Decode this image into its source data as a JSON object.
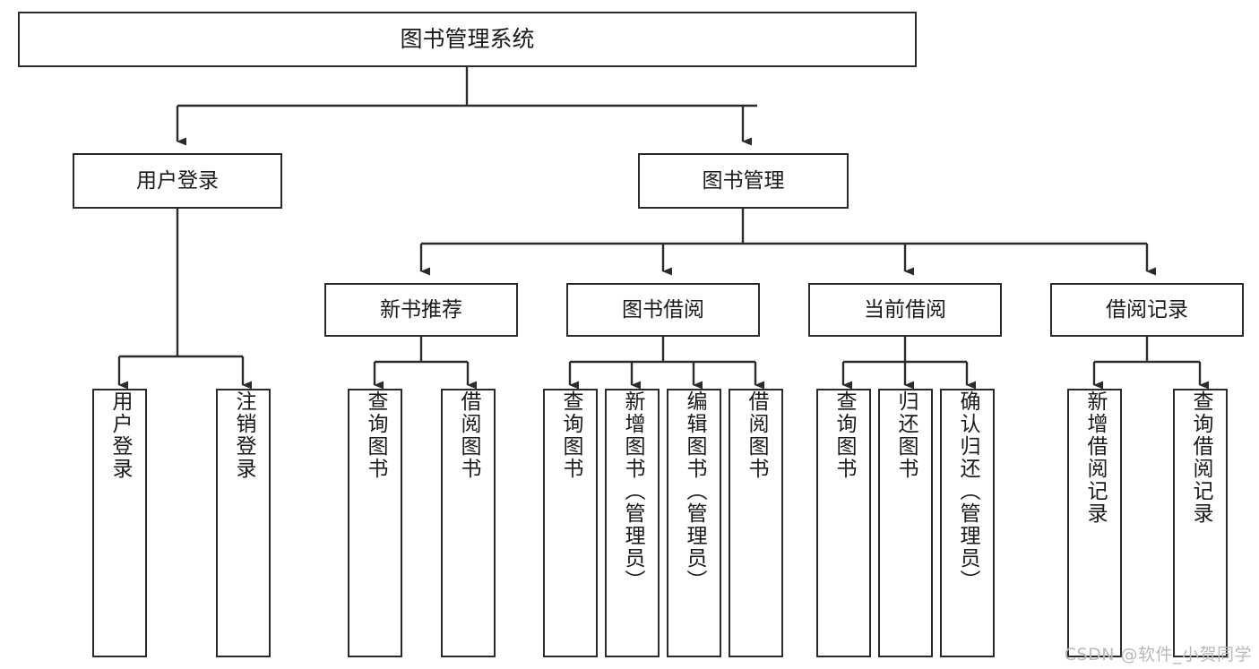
{
  "diagram": {
    "title": "图书管理系统",
    "watermark": "CSDN @软件_小贺同学",
    "line_color": "#2b2b2b",
    "box_fill": "#ffffff",
    "text_color": "#1a1a1a",
    "watermark_color": "#b9b9b9",
    "root": {
      "label": "图书管理系统"
    },
    "level2": [
      {
        "label": "用户登录"
      },
      {
        "label": "图书管理"
      }
    ],
    "level3": [
      {
        "label": "新书推荐"
      },
      {
        "label": "图书借阅"
      },
      {
        "label": "当前借阅"
      },
      {
        "label": "借阅记录"
      }
    ],
    "leaves": {
      "user_login": [
        {
          "label": "用户登录"
        },
        {
          "label": "注销登录"
        }
      ],
      "new_book_recommend": [
        {
          "label": "查询图书"
        },
        {
          "label": "借阅图书"
        }
      ],
      "book_borrow": [
        {
          "label": "查询图书"
        },
        {
          "label": "新增图书（管理员）"
        },
        {
          "label": "编辑图书（管理员）"
        },
        {
          "label": "借阅图书"
        }
      ],
      "current_borrow": [
        {
          "label": "查询图书"
        },
        {
          "label": "归还图书"
        },
        {
          "label": "确认归还（管理员）"
        }
      ],
      "borrow_record": [
        {
          "label": "新增借阅记录"
        },
        {
          "label": "查询借阅记录"
        }
      ]
    }
  }
}
